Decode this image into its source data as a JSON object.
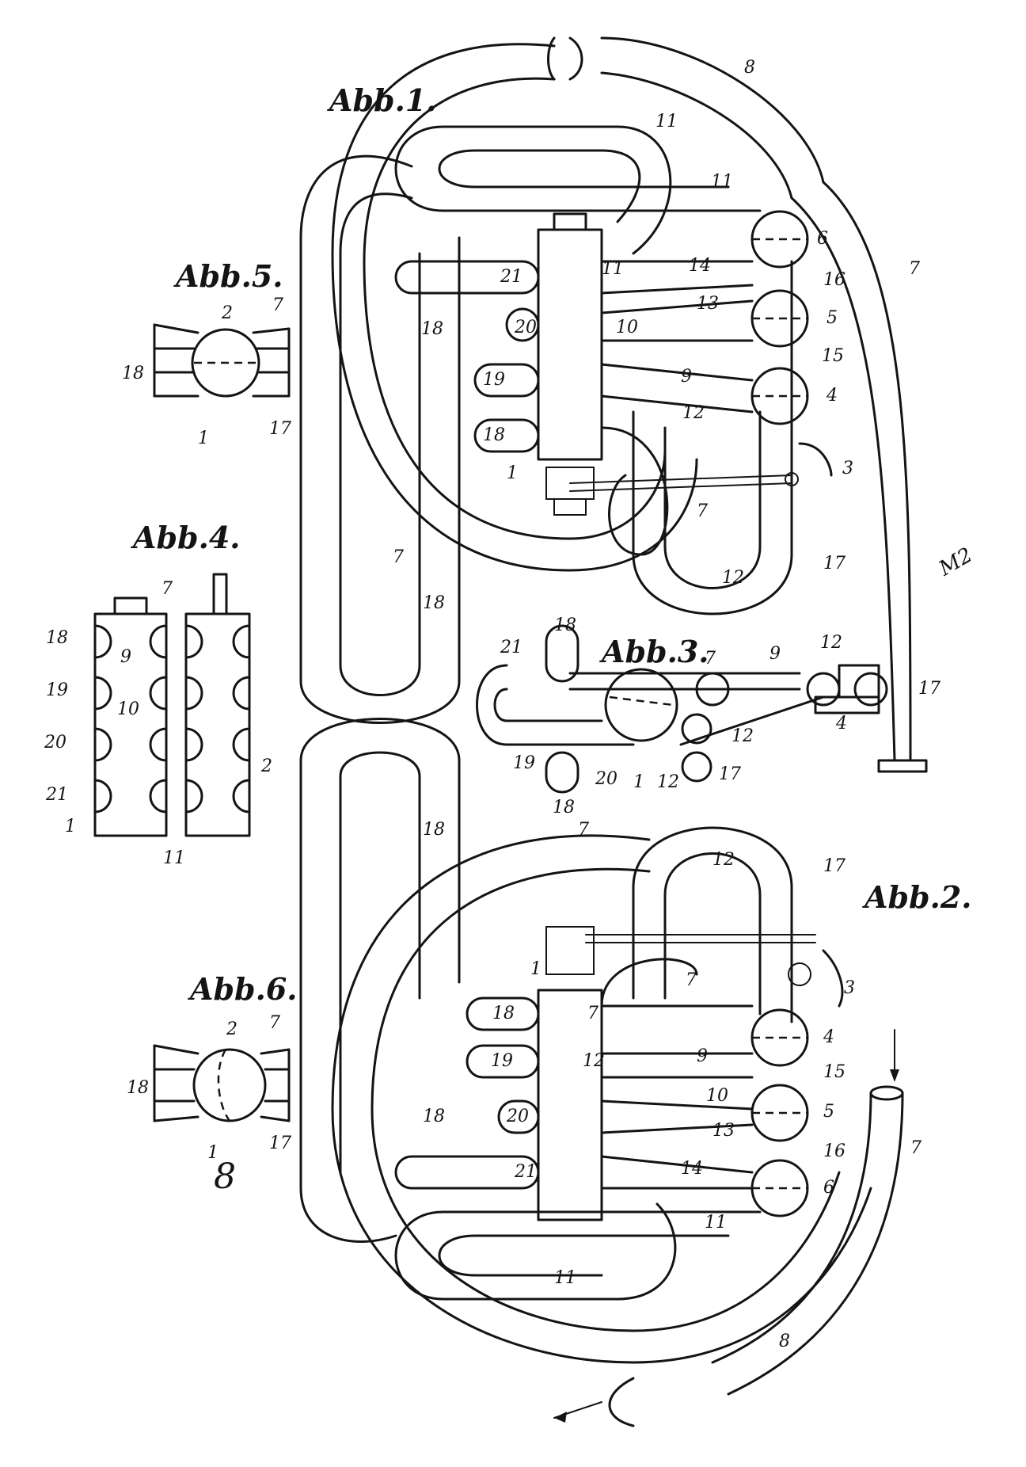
{
  "figures": {
    "abb1": {
      "title": "Abb.1."
    },
    "abb2": {
      "title": "Abb.2."
    },
    "abb3": {
      "title": "Abb.3."
    },
    "abb4": {
      "title": "Abb.4."
    },
    "abb5": {
      "title": "Abb.5."
    },
    "abb6": {
      "title": "Abb.6."
    }
  },
  "labels": {
    "abb1": [
      "8",
      "11",
      "11",
      "6",
      "11",
      "14",
      "16",
      "7",
      "21",
      "18",
      "20",
      "10",
      "13",
      "5",
      "15",
      "19",
      "9",
      "4",
      "12",
      "18",
      "1",
      "3",
      "7",
      "7",
      "18",
      "12",
      "17"
    ],
    "abb2": [
      "18",
      "7",
      "12",
      "17",
      "1",
      "7",
      "18",
      "7",
      "4",
      "3",
      "19",
      "12",
      "9",
      "15",
      "20",
      "10",
      "5",
      "18",
      "13",
      "16",
      "21",
      "14",
      "6",
      "11",
      "11",
      "8",
      "7"
    ],
    "abb3": [
      "18",
      "21",
      "7",
      "9",
      "12",
      "17",
      "19",
      "20",
      "1",
      "12",
      "12",
      "17",
      "18",
      "4"
    ],
    "abb4": [
      "7",
      "18",
      "9",
      "19",
      "10",
      "20",
      "2",
      "21",
      "1",
      "11"
    ],
    "abb5": [
      "2",
      "7",
      "18",
      "1",
      "17"
    ],
    "abb6": [
      "2",
      "7",
      "18",
      "1",
      "17"
    ]
  },
  "marks": {
    "sheet_number": "8",
    "margin_note": "M2"
  }
}
